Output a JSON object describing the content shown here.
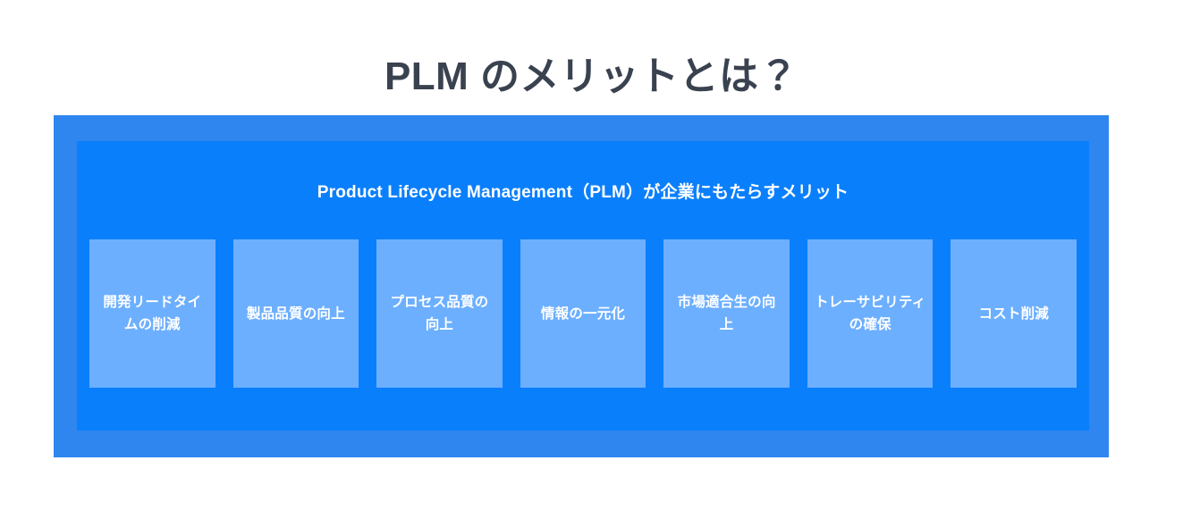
{
  "page": {
    "title": "PLM のメリットとは？",
    "background_color": "#ffffff",
    "title_color": "#3a4250"
  },
  "diagram": {
    "frame_color": "#2e86ee",
    "panel_color": "#0a7ffc",
    "card_color": "#6cafff",
    "card_text_color": "#ffffff",
    "heading": "Product Lifecycle Management（PLM）が企業にもたらすメリット",
    "cards": [
      {
        "label": "開発リードタイムの削減"
      },
      {
        "label": "製品品質の向上"
      },
      {
        "label": "プロセス品質の向上"
      },
      {
        "label": "情報の一元化"
      },
      {
        "label": "市場適合生の向上"
      },
      {
        "label": "トレーサビリティの確保"
      },
      {
        "label": "コスト削減"
      }
    ]
  }
}
